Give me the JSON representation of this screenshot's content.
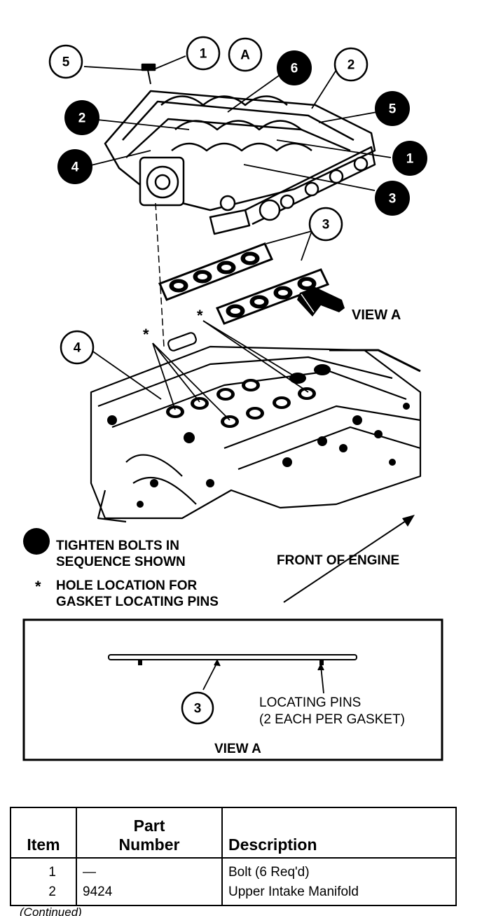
{
  "diagram": {
    "callouts": [
      "5",
      "1",
      "A",
      "6",
      "2",
      "2",
      "5",
      "4",
      "1",
      "3",
      "3",
      "4",
      "3"
    ],
    "view_a_label": "VIEW A",
    "star_marker": "*",
    "legend": {
      "dot_line1": "TIGHTEN BOLTS IN",
      "dot_line2": "SEQUENCE SHOWN",
      "star": "*",
      "star_line1": "HOLE LOCATION FOR",
      "star_line2": "GASKET LOCATING PINS"
    },
    "front_label": "FRONT OF ENGINE",
    "inset": {
      "callout": "3",
      "pins_line1": "LOCATING PINS",
      "pins_line2": "(2 EACH PER GASKET)",
      "title": "VIEW A"
    }
  },
  "table": {
    "headers": {
      "item": "Item",
      "part_number_line1": "Part",
      "part_number_line2": "Number",
      "description": "Description"
    },
    "rows": [
      {
        "item": "1",
        "part_number": "—",
        "description": "Bolt (6 Req'd)"
      },
      {
        "item": "2",
        "part_number": "9424",
        "description": "Upper Intake Manifold"
      }
    ]
  },
  "continued": "(Continued)"
}
